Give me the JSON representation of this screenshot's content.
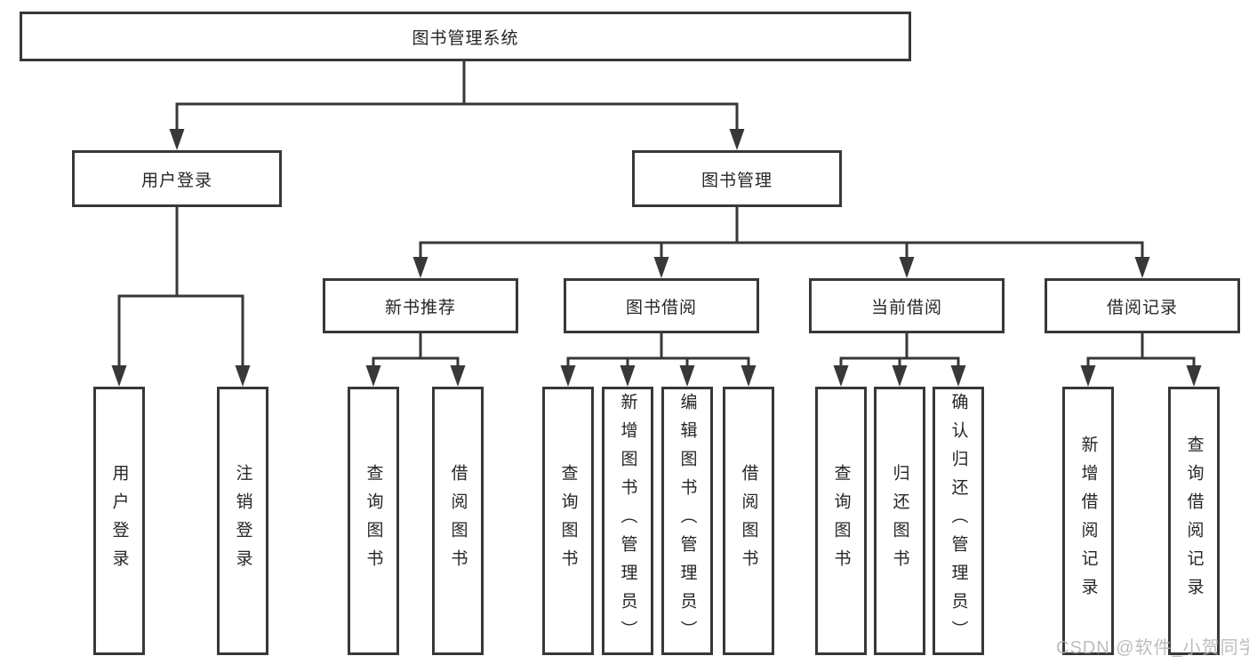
{
  "theme": {
    "line_color": "#383838",
    "text_color": "#262626",
    "watermark_color": "#b2b2b2",
    "background": "#ffffff"
  },
  "tree": {
    "root": "图书管理系统",
    "branches": [
      {
        "label": "用户登录",
        "children": [
          "用户登录",
          "注销登录"
        ]
      },
      {
        "label": "图书管理",
        "groups": [
          {
            "label": "新书推荐",
            "children": [
              "查询图书",
              "借阅图书"
            ]
          },
          {
            "label": "图书借阅",
            "children": [
              "查询图书",
              "新增图书（管理员）",
              "编辑图书（管理员）",
              "借阅图书"
            ]
          },
          {
            "label": "当前借阅",
            "children": [
              "查询图书",
              "归还图书",
              "确认归还（管理员）"
            ]
          },
          {
            "label": "借阅记录",
            "children": [
              "新增借阅记录",
              "查询借阅记录"
            ]
          }
        ]
      }
    ]
  },
  "watermark": {
    "text": "CSDN @软件_小贺同学"
  }
}
